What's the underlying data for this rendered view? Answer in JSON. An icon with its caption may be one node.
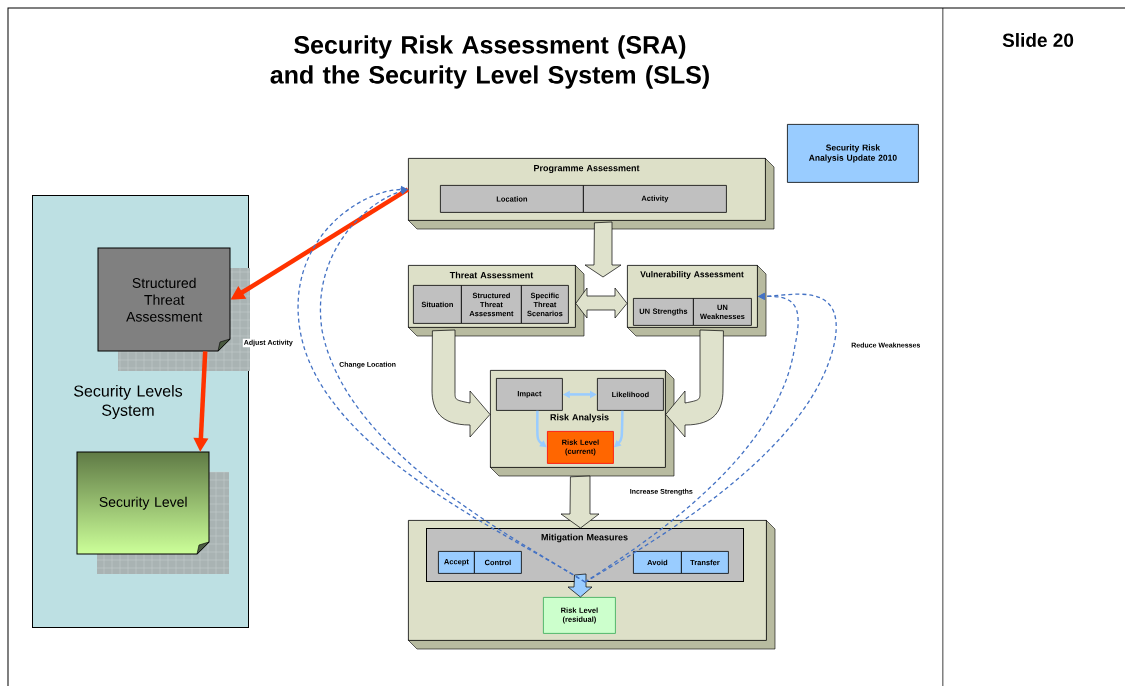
{
  "diagram": {
    "title": "Security Risk Assessment (SRA) and the Security Level System (SLS)",
    "nodes": [
      {
        "text": [
          "Security Levels System"
        ]
      },
      {
        "text": [
          "Structured Threat Assessment"
        ],
        "in": 0
      },
      {
        "text": [
          "Security Level"
        ],
        "in": 0
      },
      {
        "text": [
          "Programme Assessment"
        ]
      },
      {
        "text": [
          "Location"
        ],
        "in": 3
      },
      {
        "text": [
          "Activity"
        ],
        "in": 3
      },
      {
        "text": [
          "Threat Assessment"
        ]
      },
      {
        "text": [
          "Situation"
        ],
        "in": 6
      },
      {
        "text": [
          "Structured Threat Assessment"
        ],
        "in": 6
      },
      {
        "text": [
          "Specific Threat Scenarios"
        ],
        "in": 6
      },
      {
        "text": [
          "Vulnerability Assessment"
        ]
      },
      {
        "text": [
          "UN Strengths"
        ],
        "in": 10
      },
      {
        "text": [
          "UN Weaknesses"
        ],
        "in": 10
      },
      {
        "text": [
          "Risk Analysis"
        ]
      },
      {
        "text": [
          "Impact"
        ],
        "in": 13
      },
      {
        "text": [
          "Likelihood"
        ],
        "in": 13
      },
      {
        "text": [
          "Risk Level (current)"
        ],
        "in": 13
      },
      {
        "text": [],
        "shape": "box"
      },
      {
        "text": [
          "Mitigation Measures"
        ],
        "in": 17
      },
      {
        "text": [
          "Accept"
        ],
        "in": 18
      },
      {
        "text": [
          "Control"
        ],
        "in": 18
      },
      {
        "text": [
          "Avoid"
        ],
        "in": 18
      },
      {
        "text": [
          "Transfer"
        ],
        "in": 18
      },
      {
        "text": [
          "Risk Level (residual)"
        ],
        "in": 17
      },
      {
        "text": [
          "Security Risk Analysis Update 2010"
        ]
      }
    ],
    "edges": [
      {
        "from": 3,
        "to": 1,
        "arrow": "to",
        "style": "thick",
        "color": "#ff3300"
      },
      {
        "from": 1,
        "to": 2,
        "arrow": "to",
        "style": "thick",
        "color": "#ff3300"
      },
      {
        "from": 3,
        "to": null,
        "arrow": "to"
      },
      {
        "from": 6,
        "to": 10,
        "arrow": "both"
      },
      {
        "from": 6,
        "to": 13,
        "arrow": "to"
      },
      {
        "from": 10,
        "to": 13,
        "arrow": "to"
      },
      {
        "from": 14,
        "to": 15,
        "arrow": "both",
        "color": "#99ccff"
      },
      {
        "from": 14,
        "to": 16,
        "arrow": "to",
        "color": "#99ccff"
      },
      {
        "from": 15,
        "to": 16,
        "arrow": "to",
        "color": "#99ccff"
      },
      {
        "from": 13,
        "to": 18,
        "arrow": "to"
      },
      {
        "from": 18,
        "to": 23,
        "arrow": "to",
        "color": "#99ccff"
      },
      {
        "from": 18,
        "to": 3,
        "arrow": "to",
        "label": "Adjust Activity",
        "style": "dashed",
        "color": "#4472c4"
      },
      {
        "from": 18,
        "to": 3,
        "arrow": "to",
        "label": "Change Location",
        "style": "dashed",
        "color": "#4472c4"
      },
      {
        "from": 18,
        "to": 10,
        "arrow": "to",
        "label": "Reduce Weaknesses",
        "style": "dashed",
        "color": "#4472c4"
      },
      {
        "from": 18,
        "to": 10,
        "arrow": "to",
        "label": "Increase Strengths",
        "style": "dashed",
        "color": "#4472c4"
      }
    ],
    "labels": [
      "Slide 20"
    ]
  }
}
